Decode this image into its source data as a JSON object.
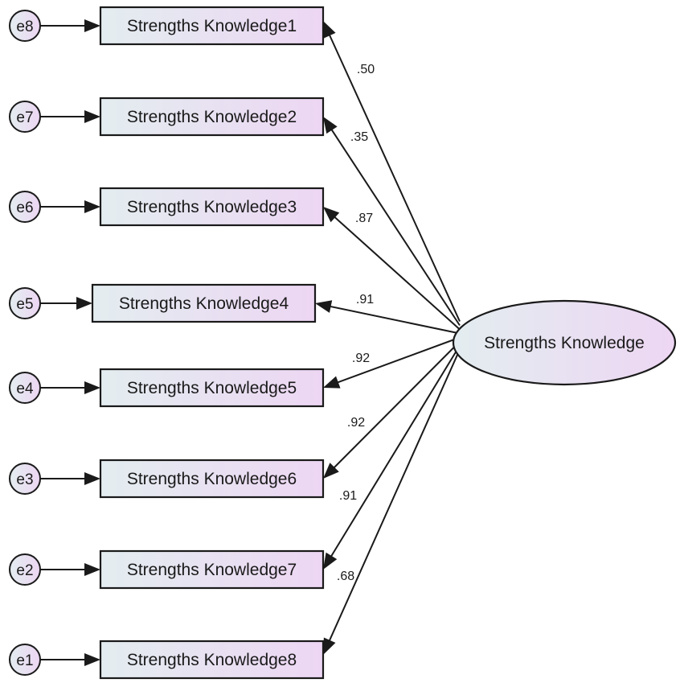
{
  "latent": {
    "label": "Strengths Knowledge"
  },
  "indicators": [
    {
      "label": "Strengths Knowledge1",
      "error": "e8",
      "loading": ".50"
    },
    {
      "label": "Strengths Knowledge2",
      "error": "e7",
      "loading": ".35"
    },
    {
      "label": "Strengths Knowledge3",
      "error": "e6",
      "loading": ".87"
    },
    {
      "label": "Strengths Knowledge4",
      "error": "e5",
      "loading": ".91"
    },
    {
      "label": "Strengths Knowledge5",
      "error": "e4",
      "loading": ".92"
    },
    {
      "label": "Strengths Knowledge6",
      "error": "e3",
      "loading": ".92"
    },
    {
      "label": "Strengths Knowledge7",
      "error": "e2",
      "loading": ".91"
    },
    {
      "label": "Strengths Knowledge8",
      "error": "e1",
      "loading": ".68"
    }
  ],
  "colors": {
    "fill_start": "#e3edf0",
    "fill_end": "#edd6f3",
    "stroke": "#1a1a1a"
  }
}
